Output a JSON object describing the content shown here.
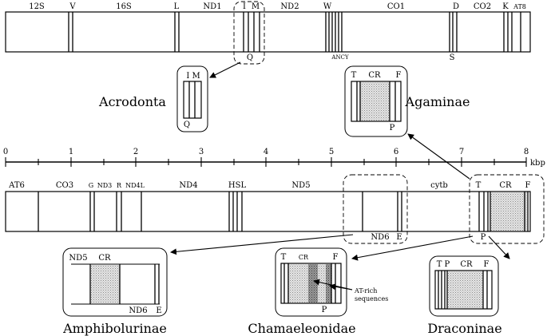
{
  "top_strip": {
    "labels": [
      "12S",
      "V",
      "16S",
      "L",
      "ND1",
      "I",
      "M",
      "ND2",
      "W",
      "CO1",
      "D",
      "CO2",
      "K",
      "AT8"
    ],
    "below_labels": [
      "Q",
      "ANCY",
      "S"
    ]
  },
  "insets": {
    "acrodonta": {
      "name": "Acrodonta",
      "top": "I M",
      "bottom": "Q"
    },
    "agaminae": {
      "name": "Agaminae",
      "t": "T",
      "cr": "CR",
      "f": "F",
      "p": "P"
    },
    "amphibolurinae": {
      "name": "Amphibolurinae",
      "nd5": "ND5",
      "cr": "CR",
      "nd6": "ND6",
      "e": "E"
    },
    "chamaeleonidae": {
      "name": "Chamaeleonidae",
      "t": "T",
      "cr": "CR",
      "f": "F",
      "p": "P",
      "at_rich": [
        "AT-rich",
        "sequences"
      ]
    },
    "draconinae": {
      "name": "Draconinae",
      "tp": "T P",
      "cr": "CR",
      "f": "F"
    }
  },
  "scale": {
    "ticks": [
      "0",
      "1",
      "2",
      "3",
      "4",
      "5",
      "6",
      "7",
      "8"
    ],
    "unit": "kbp"
  },
  "bottom_strip": {
    "labels": [
      "AT6",
      "CO3",
      "G",
      "ND3",
      "R",
      "ND4L",
      "ND4",
      "HSL",
      "ND5",
      "cytb",
      "T",
      "CR",
      "F"
    ],
    "below_labels": [
      "ND6",
      "E",
      "P"
    ]
  }
}
